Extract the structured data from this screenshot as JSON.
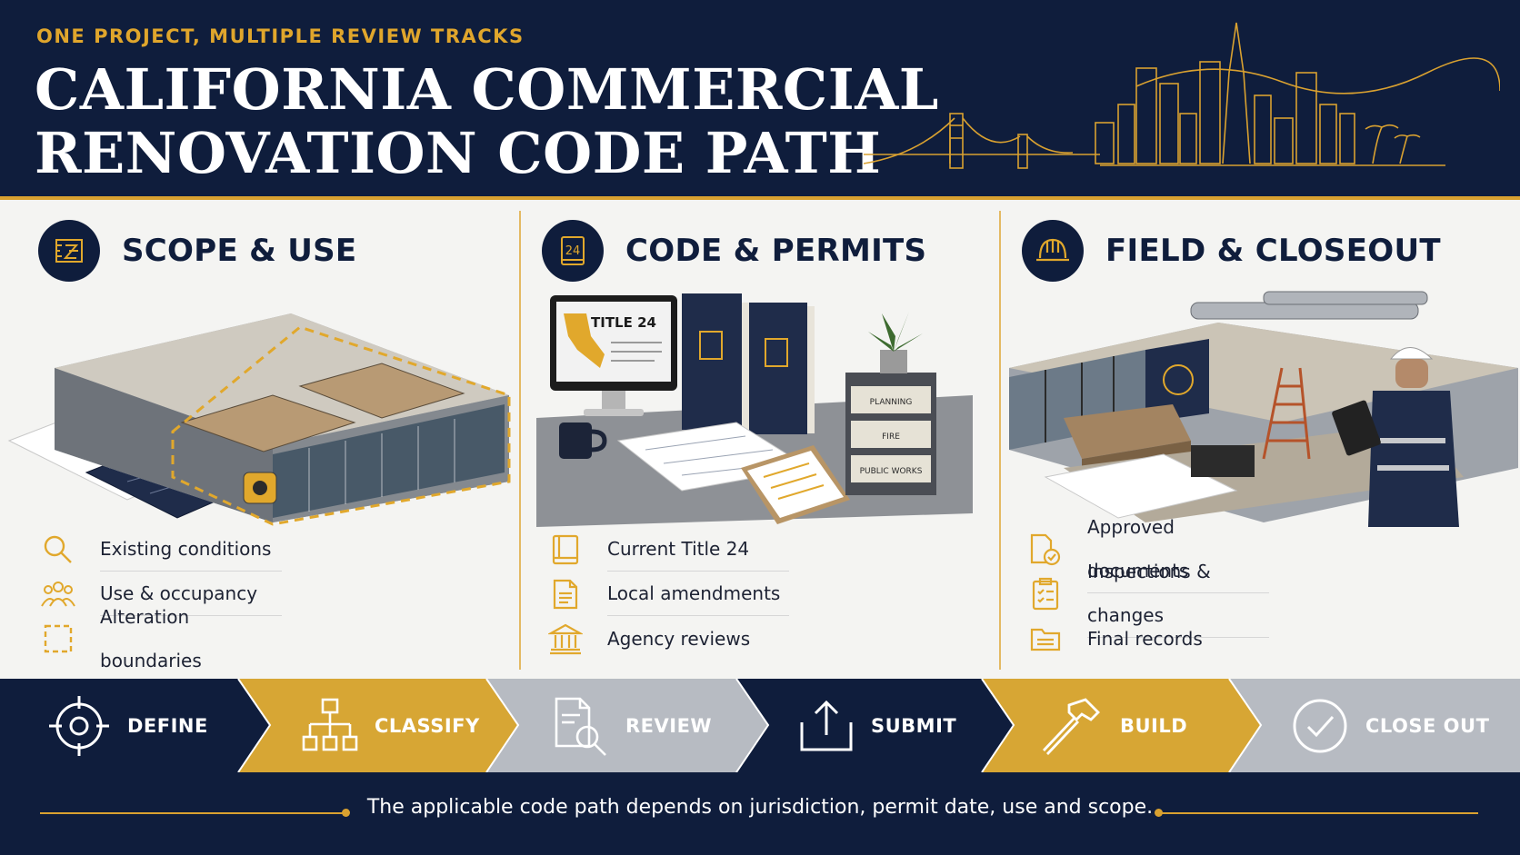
{
  "header": {
    "eyebrow": "ONE PROJECT, MULTIPLE REVIEW TRACKS",
    "title_line1": "CALIFORNIA COMMERCIAL",
    "title_line2": "RENOVATION CODE PATH"
  },
  "panels": [
    {
      "title": "SCOPE & USE",
      "icon": "plan-ruler-icon",
      "items": [
        {
          "label": "Existing conditions",
          "icon": "magnifier-icon"
        },
        {
          "label": "Use & occupancy",
          "icon": "people-icon"
        },
        {
          "label": "Alteration boundaries",
          "icon": "dashed-square-icon"
        }
      ]
    },
    {
      "title": "CODE & PERMITS",
      "icon": "code-book-24-icon",
      "badge": "24",
      "screen_text": "TITLE 24",
      "tray_labels": [
        "PLANNING",
        "FIRE",
        "PUBLIC WORKS"
      ],
      "items": [
        {
          "label": "Current Title 24",
          "icon": "book-icon"
        },
        {
          "label": "Local amendments",
          "icon": "document-icon"
        },
        {
          "label": "Agency reviews",
          "icon": "building-columns-icon"
        }
      ]
    },
    {
      "title": "FIELD & CLOSEOUT",
      "icon": "hard-hat-icon",
      "items": [
        {
          "label": "Approved documents",
          "icon": "approved-document-icon"
        },
        {
          "label": "Inspections & changes",
          "icon": "checklist-icon"
        },
        {
          "label": "Final records",
          "icon": "folder-icon"
        }
      ]
    }
  ],
  "steps": [
    {
      "label": "DEFINE",
      "icon": "target-icon"
    },
    {
      "label": "CLASSIFY",
      "icon": "hierarchy-icon"
    },
    {
      "label": "REVIEW",
      "icon": "document-search-icon"
    },
    {
      "label": "SUBMIT",
      "icon": "upload-icon"
    },
    {
      "label": "BUILD",
      "icon": "hammer-icon"
    },
    {
      "label": "CLOSE OUT",
      "icon": "check-circle-icon"
    }
  ],
  "footer": {
    "note": "The applicable code path depends on jurisdiction, permit date, use and scope."
  },
  "colors": {
    "navy": "#0f1d3c",
    "gold": "#e1a82c",
    "gray": "#b7bbc2",
    "background": "#f4f4f2"
  }
}
